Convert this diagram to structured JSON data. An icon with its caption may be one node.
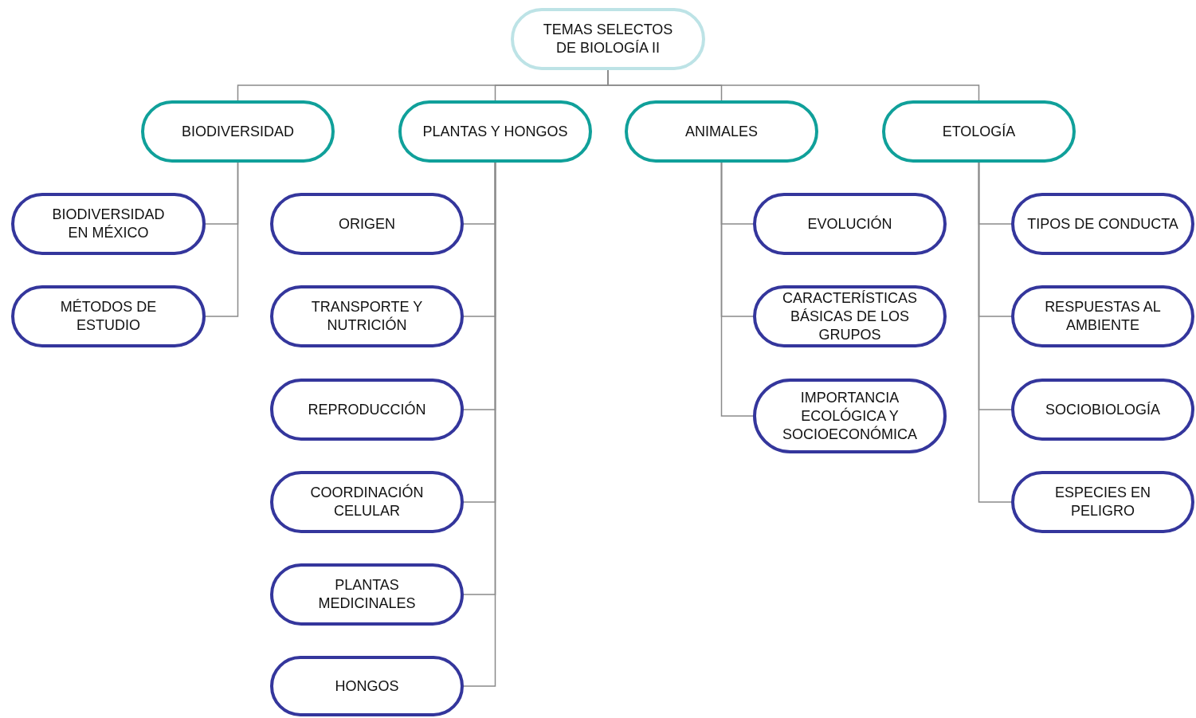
{
  "diagram": {
    "nodes": [
      {
        "text": [
          "TEMAS SELECTOS DE BIOLOGÍA II"
        ]
      },
      {
        "text": [
          "BIODIVERSIDAD"
        ]
      },
      {
        "text": [
          "PLANTAS Y HONGOS"
        ]
      },
      {
        "text": [
          "ANIMALES"
        ]
      },
      {
        "text": [
          "ETOLOGÍA"
        ]
      },
      {
        "text": [
          "BIODIVERSIDAD EN MÉXICO"
        ]
      },
      {
        "text": [
          "MÉTODOS DE ESTUDIO"
        ]
      },
      {
        "text": [
          "ORIGEN"
        ]
      },
      {
        "text": [
          "TRANSPORTE Y NUTRICIÓN"
        ]
      },
      {
        "text": [
          "REPRODUCCIÓN"
        ]
      },
      {
        "text": [
          "COORDINACIÓN CELULAR"
        ]
      },
      {
        "text": [
          "PLANTAS MEDICINALES"
        ]
      },
      {
        "text": [
          "HONGOS"
        ]
      },
      {
        "text": [
          "EVOLUCIÓN"
        ]
      },
      {
        "text": [
          "CARACTERÍSTICAS BÁSICAS DE LOS GRUPOS"
        ]
      },
      {
        "text": [
          "IMPORTANCIA ECOLÓGICA Y SOCIOECONÓMICA"
        ]
      },
      {
        "text": [
          "TIPOS DE CONDUCTA"
        ]
      },
      {
        "text": [
          "RESPUESTAS AL AMBIENTE"
        ]
      },
      {
        "text": [
          "SOCIOBIOLOGÍA"
        ]
      },
      {
        "text": [
          "ESPECIES EN PELIGRO"
        ]
      }
    ],
    "edges": [
      {
        "from": 0,
        "to": 1,
        "arrow": "none"
      },
      {
        "from": 0,
        "to": 2,
        "arrow": "none"
      },
      {
        "from": 0,
        "to": 3,
        "arrow": "none"
      },
      {
        "from": 0,
        "to": 4,
        "arrow": "none"
      },
      {
        "from": 1,
        "to": 5,
        "arrow": "none"
      },
      {
        "from": 1,
        "to": 6,
        "arrow": "none"
      },
      {
        "from": 2,
        "to": 7,
        "arrow": "none"
      },
      {
        "from": 2,
        "to": 8,
        "arrow": "none"
      },
      {
        "from": 2,
        "to": 9,
        "arrow": "none"
      },
      {
        "from": 2,
        "to": 10,
        "arrow": "none"
      },
      {
        "from": 2,
        "to": 11,
        "arrow": "none"
      },
      {
        "from": 2,
        "to": 12,
        "arrow": "none"
      },
      {
        "from": 3,
        "to": 13,
        "arrow": "none"
      },
      {
        "from": 3,
        "to": 14,
        "arrow": "none"
      },
      {
        "from": 3,
        "to": 15,
        "arrow": "none"
      },
      {
        "from": 4,
        "to": 16,
        "arrow": "none"
      },
      {
        "from": 4,
        "to": 17,
        "arrow": "none"
      },
      {
        "from": 4,
        "to": 18,
        "arrow": "none"
      },
      {
        "from": 4,
        "to": 19,
        "arrow": "none"
      }
    ]
  }
}
